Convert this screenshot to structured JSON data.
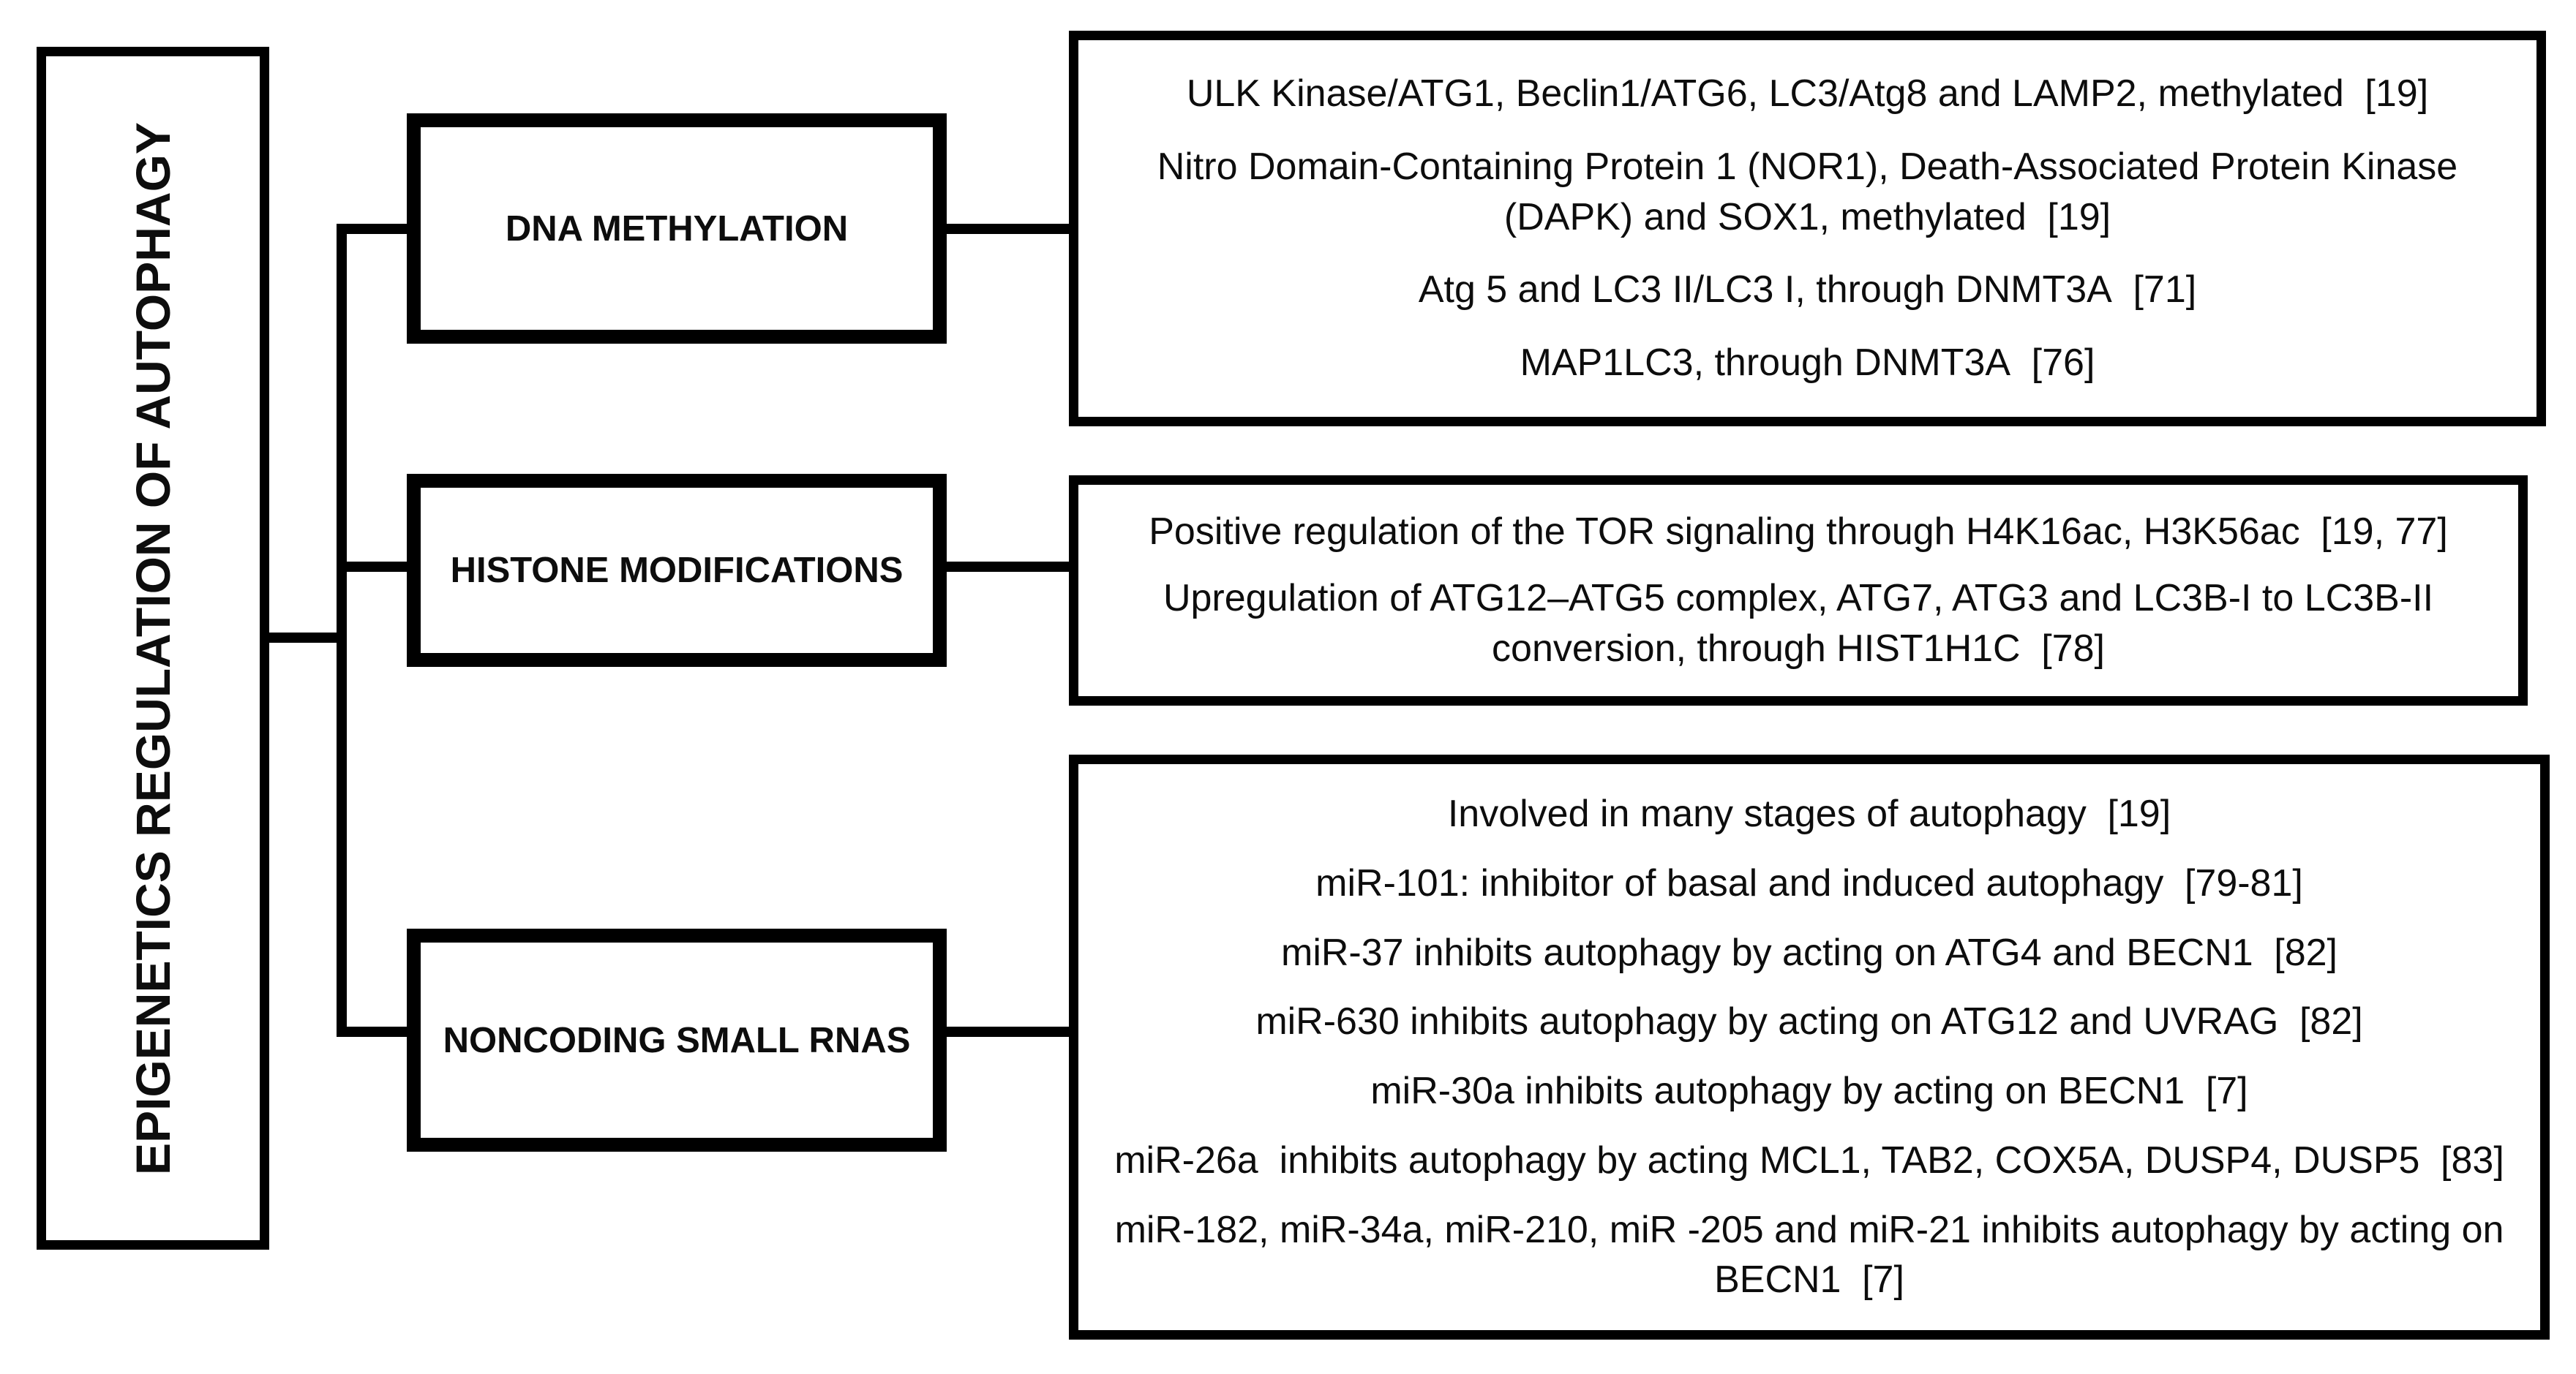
{
  "figure": {
    "title": "EPIGENETICS REGULATION OF AUTOPHAGY",
    "colors": {
      "line": "#000000",
      "background": "#ffffff",
      "text": "#0d0d0d"
    },
    "branches": [
      {
        "label": "DNA METHYLATION",
        "items": [
          {
            "text": "ULK Kinase/ATG1, Beclin1/ATG6, LC3/Atg8 and LAMP2, methylated",
            "ref": "[19]"
          },
          {
            "text": "Nitro Domain-Containing Protein 1 (NOR1), Death-Associated Protein Kinase (DAPK) and SOX1, methylated",
            "ref": "[19]"
          },
          {
            "text": "Atg 5 and LC3 II/LC3 I, through DNMT3A",
            "ref": "[71]"
          },
          {
            "text": "MAP1LC3, through DNMT3A",
            "ref": "[76]"
          }
        ]
      },
      {
        "label": "HISTONE MODIFICATIONS",
        "items": [
          {
            "text": "Positive regulation of the TOR signaling through H4K16ac, H3K56ac",
            "ref": "[19, 77]"
          },
          {
            "text": "Upregulation of ATG12–ATG5 complex, ATG7, ATG3 and LC3B-I to LC3B-II conversion, through HIST1H1C",
            "ref": "[78]"
          }
        ]
      },
      {
        "label": "NONCODING SMALL RNAS",
        "items": [
          {
            "text": "Involved in many stages of autophagy",
            "ref": "[19]"
          },
          {
            "text": "miR-101: inhibitor of basal and induced autophagy",
            "ref": "[79-81]"
          },
          {
            "text": "miR-37 inhibits autophagy by acting on ATG4 and BECN1",
            "ref": "[82]"
          },
          {
            "text": "miR-630 inhibits autophagy by acting on ATG12 and UVRAG",
            "ref": "[82]"
          },
          {
            "text": "miR-30a inhibits autophagy by acting on BECN1",
            "ref": "[7]"
          },
          {
            "text": "miR-26a  inhibits autophagy by acting MCL1, TAB2, COX5A, DUSP4, DUSP5",
            "ref": "[83]"
          },
          {
            "text": "miR-182, miR-34a, miR-210, miR -205 and miR-21 inhibits autophagy by acting on BECN1",
            "ref": "[7]"
          }
        ]
      }
    ]
  }
}
